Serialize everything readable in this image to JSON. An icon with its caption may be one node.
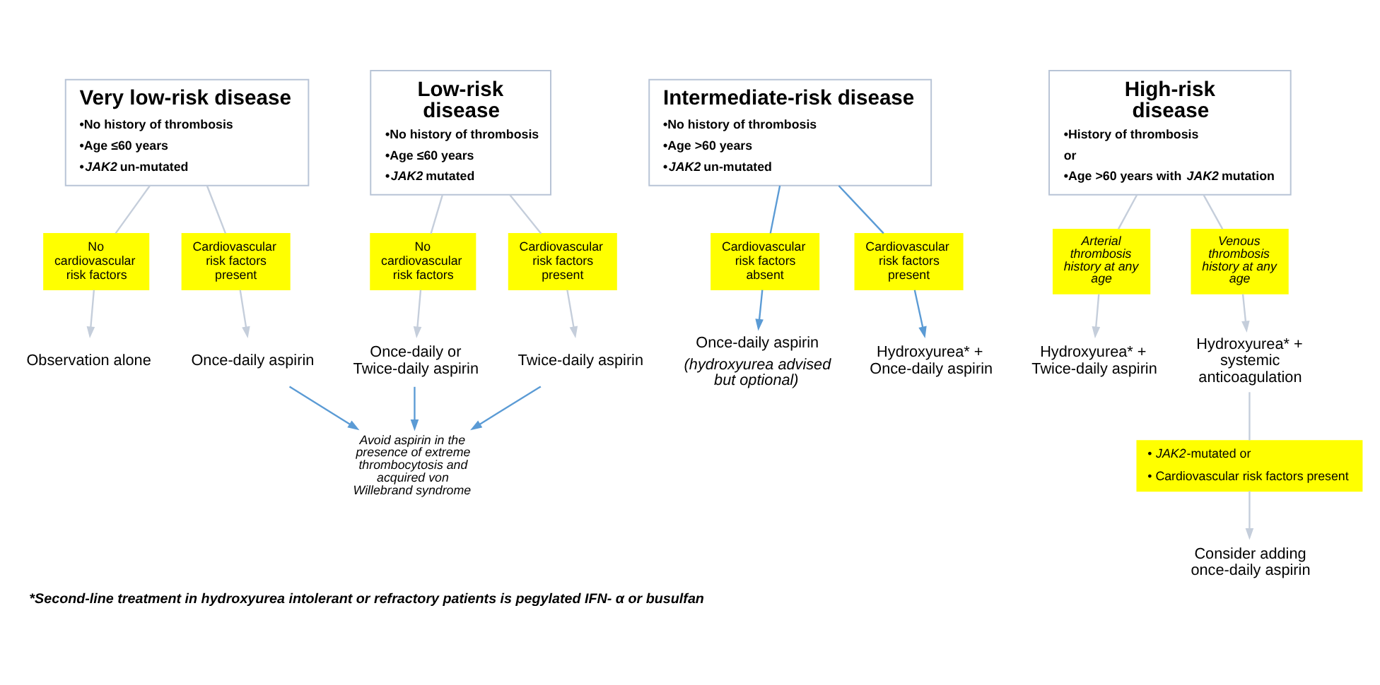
{
  "diagram": {
    "caption": "*Second-line treatment in hydroxyurea intolerant or refractory patients is pegylated IFN- α or busulfan",
    "nodes": [
      {
        "text": [
          "Very low-risk disease",
          "•No history of thrombosis",
          "•Age ≤60 years",
          "•*JAK2* un-mutated"
        ]
      },
      {
        "text": [
          "No cardiovascular risk factors"
        ]
      },
      {
        "text": [
          "Cardiovascular risk factors present"
        ]
      },
      {
        "text": [
          "Observation alone"
        ]
      },
      {
        "text": [
          "Once-daily aspirin"
        ]
      },
      {
        "text": [
          "Low-risk disease",
          "•No history of thrombosis",
          "•Age ≤60 years",
          "•*JAK2* mutated"
        ]
      },
      {
        "text": [
          "No cardiovascular risk factors"
        ]
      },
      {
        "text": [
          "Cardiovascular risk factors present"
        ]
      },
      {
        "text": [
          "Once-daily or Twice-daily aspirin"
        ]
      },
      {
        "text": [
          "Twice-daily aspirin"
        ]
      },
      {
        "text": [
          "Avoid aspirin in the presence of extreme thrombocytosis and acquired von Willebrand syndrome"
        ]
      },
      {
        "text": [
          "Intermediate-risk disease",
          "•No history of thrombosis",
          "•Age >60 years",
          "•*JAK2* un-mutated"
        ]
      },
      {
        "text": [
          "Cardiovascular risk factors absent"
        ]
      },
      {
        "text": [
          "Cardiovascular risk factors present"
        ]
      },
      {
        "text": [
          "Once-daily aspirin",
          "(hydroxyurea advised but optional)"
        ]
      },
      {
        "text": [
          "Hydroxyurea* + Once-daily aspirin"
        ]
      },
      {
        "text": [
          "High-risk disease",
          "•History of thrombosis",
          "or",
          "•Age >60 years with *JAK2* mutation"
        ]
      },
      {
        "text": [
          "Arterial thrombosis history at any age"
        ]
      },
      {
        "text": [
          "Venous thrombosis history at any age"
        ]
      },
      {
        "text": [
          "Hydroxyurea* + Twice-daily aspirin"
        ]
      },
      {
        "text": [
          "Hydroxyurea* + systemic anticoagulation"
        ]
      },
      {
        "text": [
          "• *JAK2*-mutated or",
          "• Cardiovascular risk factors present"
        ]
      },
      {
        "text": [
          "Consider adding once-daily aspirin"
        ]
      }
    ],
    "edges": [
      {
        "from": 0,
        "to": 1,
        "arrow": "none"
      },
      {
        "from": 1,
        "to": 3,
        "arrow": "to"
      },
      {
        "from": 0,
        "to": 2,
        "arrow": "none"
      },
      {
        "from": 2,
        "to": 4,
        "arrow": "to"
      },
      {
        "from": 4,
        "to": 10,
        "arrow": "to",
        "color": "#5b9bd5"
      },
      {
        "from": 5,
        "to": 6,
        "arrow": "none"
      },
      {
        "from": 6,
        "to": 8,
        "arrow": "to"
      },
      {
        "from": 5,
        "to": 7,
        "arrow": "none"
      },
      {
        "from": 7,
        "to": 9,
        "arrow": "to"
      },
      {
        "from": 8,
        "to": 10,
        "arrow": "to",
        "color": "#5b9bd5"
      },
      {
        "from": 9,
        "to": 10,
        "arrow": "to",
        "color": "#5b9bd5"
      },
      {
        "from": 11,
        "to": 12,
        "arrow": "none",
        "color": "#5b9bd5"
      },
      {
        "from": 12,
        "to": 14,
        "arrow": "to",
        "color": "#5b9bd5"
      },
      {
        "from": 11,
        "to": 13,
        "arrow": "none",
        "color": "#5b9bd5"
      },
      {
        "from": 13,
        "to": 15,
        "arrow": "to",
        "color": "#5b9bd5"
      },
      {
        "from": 16,
        "to": 17,
        "arrow": "none"
      },
      {
        "from": 17,
        "to": 19,
        "arrow": "to"
      },
      {
        "from": 16,
        "to": 18,
        "arrow": "none"
      },
      {
        "from": 18,
        "to": 20,
        "arrow": "to"
      },
      {
        "from": 20,
        "to": 21,
        "arrow": "none"
      },
      {
        "from": 21,
        "to": 22,
        "arrow": "to"
      }
    ]
  }
}
